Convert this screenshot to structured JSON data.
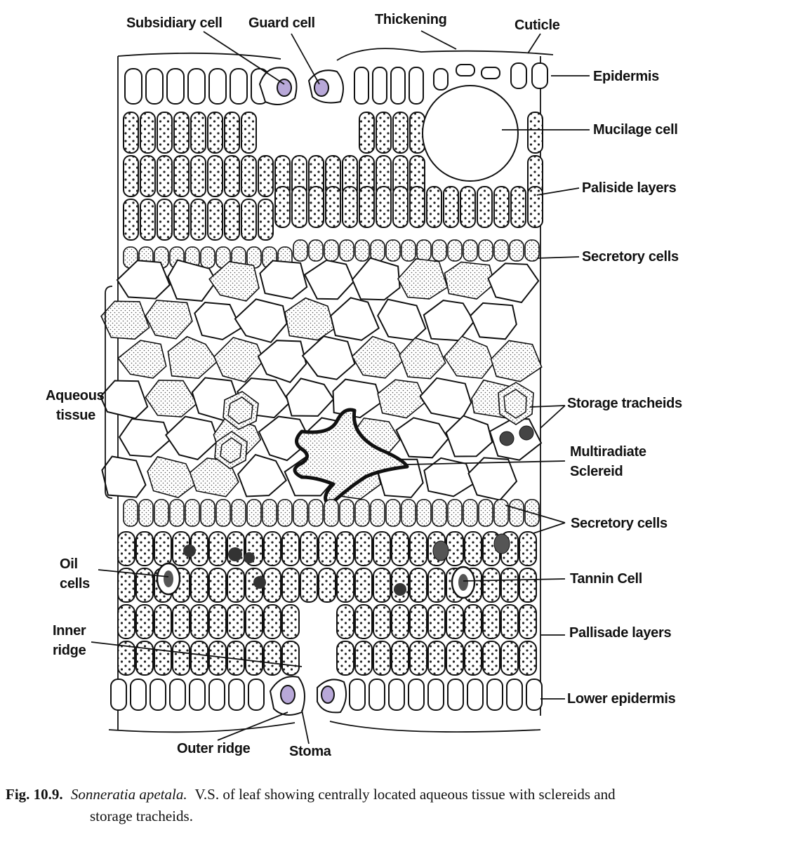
{
  "labels": {
    "subsidiary_cell": "Subsidiary cell",
    "guard_cell": "Guard cell",
    "thickening": "Thickening",
    "cuticle": "Cuticle",
    "epidermis": "Epidermis",
    "mucilage_cell": "Mucilage cell",
    "palisade_layers_top": "Paliside layers",
    "secretory_cells_top": "Secretory cells",
    "aqueous_tissue_1": "Aqueous",
    "aqueous_tissue_2": "tissue",
    "storage_tracheids": "Storage tracheids",
    "multiradiate_1": "Multiradiate",
    "multiradiate_2": "Sclereid",
    "secretory_cells_bottom": "Secretory cells",
    "oil_cells_1": "Oil",
    "oil_cells_2": "cells",
    "tannin_cell": "Tannin Cell",
    "inner_ridge_1": "Inner",
    "inner_ridge_2": "ridge",
    "palisade_layers_bottom": "Pallisade layers",
    "lower_epidermis": "Lower epidermis",
    "outer_ridge": "Outer ridge",
    "stoma": "Stoma"
  },
  "caption": {
    "fig_number": "Fig. 10.9.",
    "species": "Sonneratia apetala.",
    "text_line1": "V.S. of leaf showing centrally located aqueous tissue with sclereids and",
    "text_line2": "storage tracheids."
  }
}
